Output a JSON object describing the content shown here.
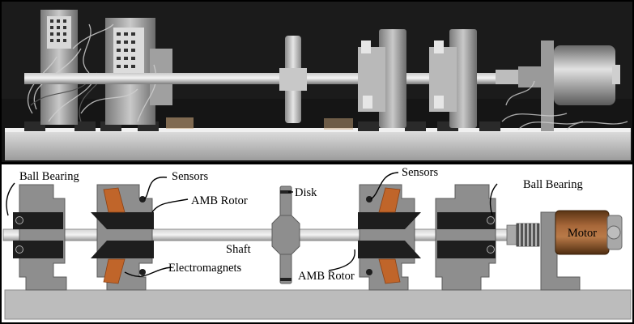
{
  "labels": {
    "ball_bearing_left": "Ball Bearing",
    "sensors_left": "Sensors",
    "amb_rotor_top": "AMB Rotor",
    "disk": "Disk",
    "sensors_right": "Sensors",
    "ball_bearing_right": "Ball Bearing",
    "shaft": "Shaft",
    "electromagnets": "Electromagnets",
    "amb_rotor_bottom": "AMB Rotor",
    "motor": "Motor"
  },
  "colors": {
    "frame": "#000000",
    "photo_background": "#1a1a1a",
    "housing": "#8a8a8a",
    "electromagnet": "#c0652a",
    "motor": "#8a5326",
    "base": "#b8b8b8"
  }
}
